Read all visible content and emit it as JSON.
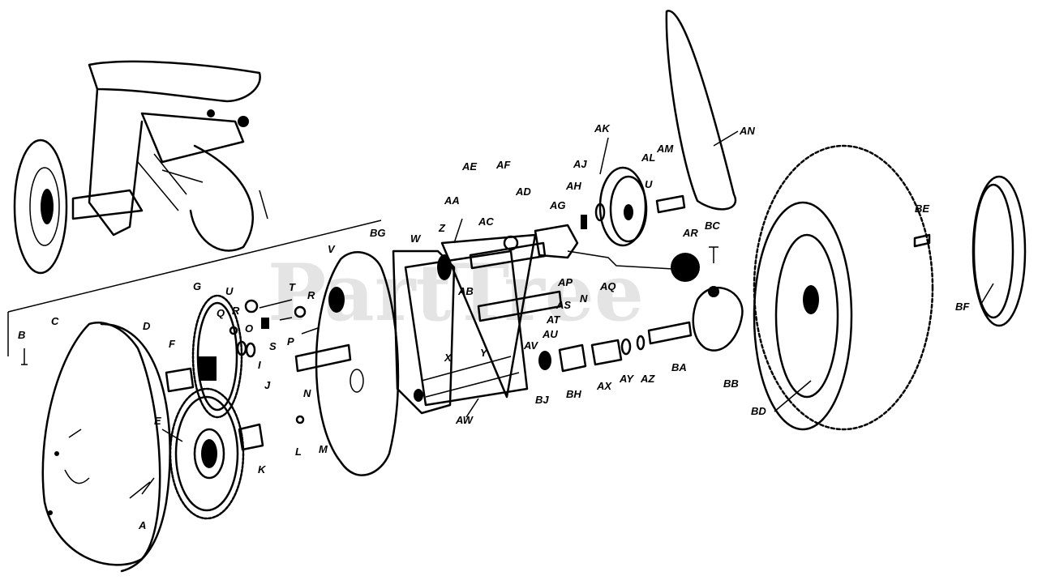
{
  "watermark": "PartTree",
  "callouts": [
    {
      "id": "B",
      "text": "B"
    },
    {
      "id": "C",
      "text": "C"
    },
    {
      "id": "D",
      "text": "D"
    },
    {
      "id": "A",
      "text": "A"
    },
    {
      "id": "E",
      "text": "E"
    },
    {
      "id": "F",
      "text": "F"
    },
    {
      "id": "G",
      "text": "G"
    },
    {
      "id": "U1",
      "text": "U"
    },
    {
      "id": "Q",
      "text": "Q"
    },
    {
      "id": "R1",
      "text": "R"
    },
    {
      "id": "O",
      "text": "O"
    },
    {
      "id": "S",
      "text": "S"
    },
    {
      "id": "I",
      "text": "I"
    },
    {
      "id": "J",
      "text": "J"
    },
    {
      "id": "K",
      "text": "K"
    },
    {
      "id": "T",
      "text": "T"
    },
    {
      "id": "R2",
      "text": "R"
    },
    {
      "id": "P",
      "text": "P"
    },
    {
      "id": "N1",
      "text": "N"
    },
    {
      "id": "L",
      "text": "L"
    },
    {
      "id": "M",
      "text": "M"
    },
    {
      "id": "V",
      "text": "V"
    },
    {
      "id": "BG",
      "text": "BG"
    },
    {
      "id": "W",
      "text": "W"
    },
    {
      "id": "X",
      "text": "X"
    },
    {
      "id": "Y",
      "text": "Y"
    },
    {
      "id": "AW",
      "text": "AW"
    },
    {
      "id": "AA",
      "text": "AA"
    },
    {
      "id": "AE",
      "text": "AE"
    },
    {
      "id": "AF",
      "text": "AF"
    },
    {
      "id": "AD",
      "text": "AD"
    },
    {
      "id": "Z",
      "text": "Z"
    },
    {
      "id": "AC",
      "text": "AC"
    },
    {
      "id": "AB",
      "text": "AB"
    },
    {
      "id": "AG",
      "text": "AG"
    },
    {
      "id": "AH",
      "text": "AH"
    },
    {
      "id": "AP",
      "text": "AP"
    },
    {
      "id": "N2",
      "text": "N"
    },
    {
      "id": "AS",
      "text": "AS"
    },
    {
      "id": "AT",
      "text": "AT"
    },
    {
      "id": "AU",
      "text": "AU"
    },
    {
      "id": "AV",
      "text": "AV"
    },
    {
      "id": "AQ",
      "text": "AQ"
    },
    {
      "id": "AK",
      "text": "AK"
    },
    {
      "id": "AJ",
      "text": "AJ"
    },
    {
      "id": "AL",
      "text": "AL"
    },
    {
      "id": "AM",
      "text": "AM"
    },
    {
      "id": "U2",
      "text": "U"
    },
    {
      "id": "AN",
      "text": "AN"
    },
    {
      "id": "AR",
      "text": "AR"
    },
    {
      "id": "BC",
      "text": "BC"
    },
    {
      "id": "BJ",
      "text": "BJ"
    },
    {
      "id": "BH",
      "text": "BH"
    },
    {
      "id": "AX",
      "text": "AX"
    },
    {
      "id": "AY",
      "text": "AY"
    },
    {
      "id": "AZ",
      "text": "AZ"
    },
    {
      "id": "BA",
      "text": "BA"
    },
    {
      "id": "BB",
      "text": "BB"
    },
    {
      "id": "BD",
      "text": "BD"
    },
    {
      "id": "BE",
      "text": "BE"
    },
    {
      "id": "BF",
      "text": "BF"
    }
  ]
}
